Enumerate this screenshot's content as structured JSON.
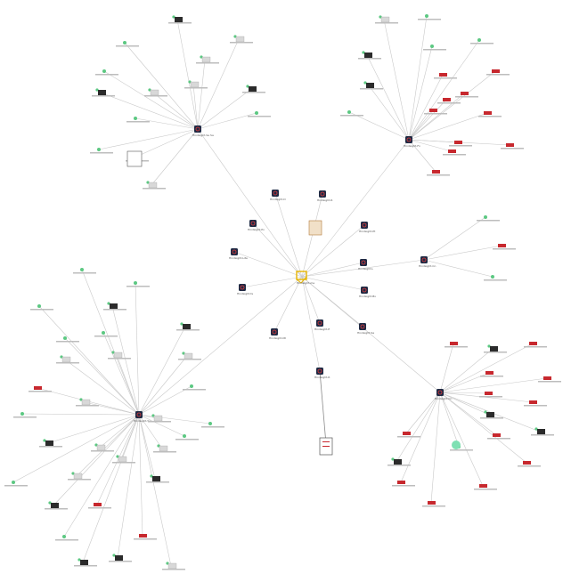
{
  "colors": {
    "background": "#ffffff",
    "edge": "#c9c9c9",
    "hub": "#1f2a44",
    "hub_accent": "#e23a3a",
    "status_dot": "#5cc882",
    "root": "#e6b400",
    "thumb_dark": "#2b2b2b",
    "thumb_red": "#c7282e"
  },
  "graph": {
    "root": {
      "icon": "folder-icon",
      "label": "Hindsight-me"
    },
    "hubs": [
      {
        "id": "h_nw",
        "label": "Hindsight-Sa Sa"
      },
      {
        "id": "h_ne",
        "label": "Hindsight-Fn"
      },
      {
        "id": "h_w",
        "label": "Hindsight-Sa"
      },
      {
        "id": "h_e",
        "label": "Hindsight-Cn"
      },
      {
        "id": "h_se",
        "label": "Hindsight-Cn"
      },
      {
        "id": "h_s",
        "label": "Hindsight-R"
      },
      {
        "id": "h_c1",
        "label": "Hindsight-D"
      },
      {
        "id": "h_c2",
        "label": "Hindsight-Pv"
      },
      {
        "id": "h_c3",
        "label": "Hindsight-Lite"
      },
      {
        "id": "h_c4",
        "label": "Hindsight-ts"
      },
      {
        "id": "h_c5",
        "label": "Hindsight-Nt"
      },
      {
        "id": "h_c6",
        "label": "Hindsight-E"
      },
      {
        "id": "h_c7",
        "label": "Hindsight-Pt"
      },
      {
        "id": "h_c8",
        "label": "Hindsight-L"
      },
      {
        "id": "h_c9",
        "label": "Hindsight-Bv"
      },
      {
        "id": "h_c10",
        "label": "Hindsight-Sa"
      },
      {
        "id": "h_c11",
        "label": "Hindsight-R"
      }
    ]
  }
}
